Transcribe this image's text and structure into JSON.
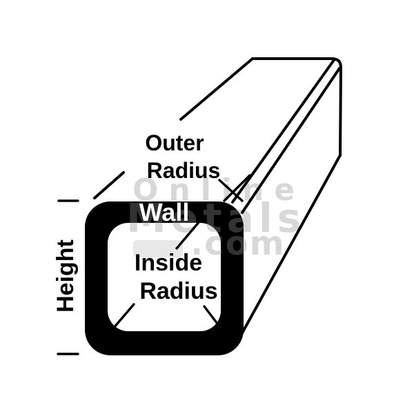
{
  "diagram": {
    "name": "square-tube-dimension-diagram",
    "labels": {
      "outer_radius": {
        "line1": "Outer",
        "line2": "Radius"
      },
      "wall": "Wall",
      "inside_radius": {
        "line1": "Inside",
        "line2": "Radius"
      },
      "height": "Height"
    },
    "watermark": {
      "line1": "Online",
      "line2": "Metals",
      "suffix": ".com"
    },
    "colors": {
      "background": "#ffffff",
      "ink": "#000000",
      "tube_wall_fill": "#000000",
      "wall_label_text": "#ffffff",
      "watermark_gray": "#8e8e8e"
    }
  }
}
